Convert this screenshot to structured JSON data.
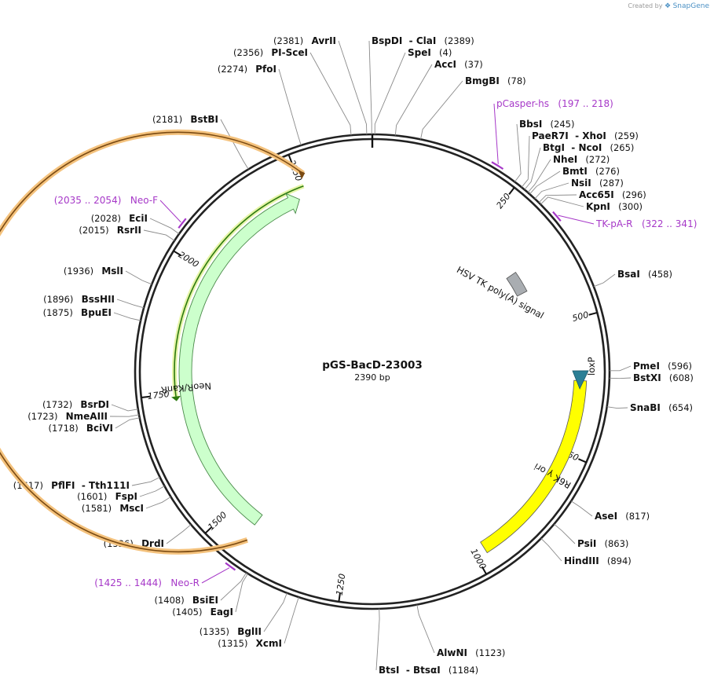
{
  "credit": {
    "prefix": "Created by",
    "brand": "SnapGene"
  },
  "map": {
    "name": "pGS-BacD-23003",
    "length_label": "2390 bp",
    "length": 2390,
    "ticks": [
      {
        "pos": 250,
        "label": "250"
      },
      {
        "pos": 500,
        "label": "500"
      },
      {
        "pos": 750,
        "label": "750"
      },
      {
        "pos": 1000,
        "label": "1000"
      },
      {
        "pos": 1250,
        "label": "1250"
      },
      {
        "pos": 1500,
        "label": "1500"
      },
      {
        "pos": 1750,
        "label": "1750"
      },
      {
        "pos": 2000,
        "label": "2000"
      },
      {
        "pos": 2250,
        "label": "2250"
      }
    ],
    "features": [
      {
        "name": "R6K γ ori",
        "label": "R6K γ ori",
        "start": 614,
        "end": 980,
        "color": "#ffff00",
        "type": "box"
      },
      {
        "name": "loxP",
        "label": "loxP",
        "start": 596,
        "end": 629,
        "color": "#2b7f96",
        "type": "arrow"
      },
      {
        "name": "HSV TK poly(A) signal",
        "label": "HSV TK poly(A) signal",
        "start": 367,
        "end": 415,
        "color": "#a9adb1",
        "type": "box"
      },
      {
        "name": "NeoR/KanR",
        "label": "NeoR/KanR",
        "start": 1444,
        "end": 2238,
        "color": "#ccffcc",
        "type": "arrow"
      }
    ],
    "primers": [
      {
        "name": "pCasper-hs",
        "range": "(197 .. 218)"
      },
      {
        "name": "TK-pA-R",
        "range": "(322 .. 341)"
      },
      {
        "name": "Neo-F",
        "range": "(2035 .. 2054)"
      },
      {
        "name": "Neo-R",
        "range": "(1425 .. 1444)"
      }
    ],
    "sites": [
      {
        "name": "AvrII",
        "pos": "(2381)"
      },
      {
        "name": "PI-SceI",
        "pos": "(2356)"
      },
      {
        "name": "PfoI",
        "pos": "(2274)"
      },
      {
        "name": "BstBI",
        "pos": "(2181)"
      },
      {
        "name": "BspDI  - ClaI",
        "pos": "(2389)"
      },
      {
        "name": "SpeI",
        "pos": "(4)"
      },
      {
        "name": "AccI",
        "pos": "(37)"
      },
      {
        "name": "BmgBI",
        "pos": "(78)"
      },
      {
        "name": "BbsI",
        "pos": "(245)"
      },
      {
        "name": "PaeR7I  - XhoI",
        "pos": "(259)"
      },
      {
        "name": "BtgI  - NcoI",
        "pos": "(265)"
      },
      {
        "name": "NheI",
        "pos": "(272)"
      },
      {
        "name": "BmtI",
        "pos": "(276)"
      },
      {
        "name": "NsiI",
        "pos": "(287)"
      },
      {
        "name": "Acc65I",
        "pos": "(296)"
      },
      {
        "name": "KpnI",
        "pos": "(300)"
      },
      {
        "name": "BsaI",
        "pos": "(458)"
      },
      {
        "name": "PmeI",
        "pos": "(596)"
      },
      {
        "name": "BstXI",
        "pos": "(608)"
      },
      {
        "name": "SnaBI",
        "pos": "(654)"
      },
      {
        "name": "AseI",
        "pos": "(817)"
      },
      {
        "name": "PsiI",
        "pos": "(863)"
      },
      {
        "name": "HindIII",
        "pos": "(894)"
      },
      {
        "name": "AlwNI",
        "pos": "(1123)"
      },
      {
        "name": "BtsI  - BtsαI",
        "pos": "(1184)"
      },
      {
        "name": "EciI",
        "pos": "(2028)"
      },
      {
        "name": "RsrII",
        "pos": "(2015)"
      },
      {
        "name": "MslI",
        "pos": "(1936)"
      },
      {
        "name": "BssHII",
        "pos": "(1896)"
      },
      {
        "name": "BpuEI",
        "pos": "(1875)"
      },
      {
        "name": "BsrDI",
        "pos": "(1732)"
      },
      {
        "name": "NmeAIII",
        "pos": "(1723)"
      },
      {
        "name": "BciVI",
        "pos": "(1718)"
      },
      {
        "name": "PflFI  - Tth111I",
        "pos": "(1617)"
      },
      {
        "name": "FspI",
        "pos": "(1601)"
      },
      {
        "name": "MscI",
        "pos": "(1581)"
      },
      {
        "name": "DrdI",
        "pos": "(1526)"
      },
      {
        "name": "BsiEI",
        "pos": "(1408)"
      },
      {
        "name": "EagI",
        "pos": "(1405)"
      },
      {
        "name": "BglII",
        "pos": "(1335)"
      },
      {
        "name": "XcmI",
        "pos": "(1315)"
      }
    ]
  }
}
